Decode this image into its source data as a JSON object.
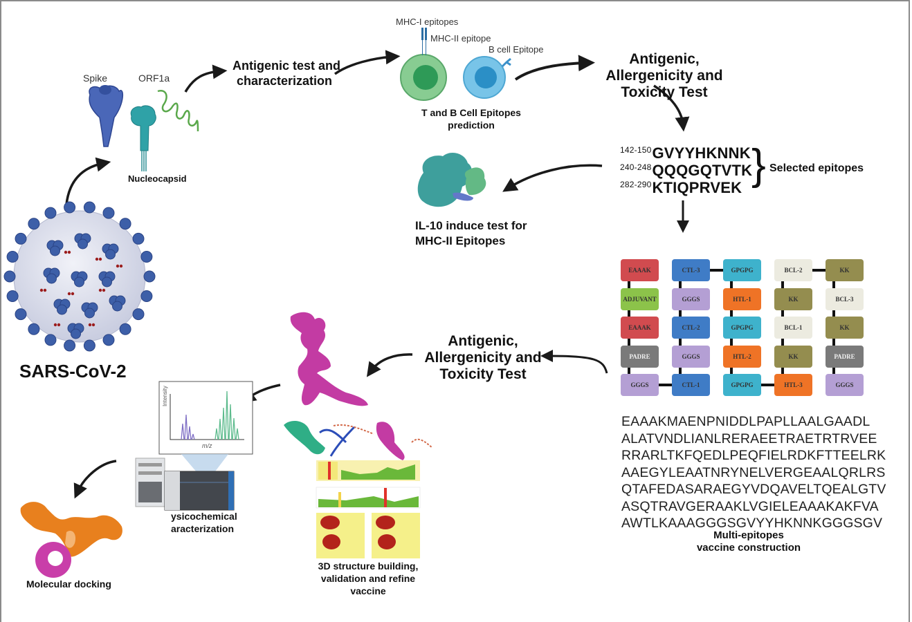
{
  "figure": {
    "virus_label": "SARS-CoV-2",
    "proteins": {
      "spike_label": "Spike",
      "orf1a_label": "ORF1a",
      "nucleocapsid_label": "Nucleocapsid"
    },
    "step_antigenic_characterization": [
      "Antigenic test and",
      "characterization"
    ],
    "cell_prediction": {
      "mhc1_label": "MHC-I epitopes",
      "mhc2_label": "MHC-II epitope",
      "bcell_label": "B cell Epitope",
      "caption": [
        "T and B Cell Epitopes",
        "prediction"
      ]
    },
    "step_antigenic_allergenicity_toxicity_top": [
      "Antigenic,",
      "Allergenicity and",
      "Toxicity Test"
    ],
    "selected_epitopes": {
      "label": "Selected epitopes",
      "items": [
        {
          "range": "142-150",
          "sequence": "GVYYHKNNK"
        },
        {
          "range": "240-248",
          "sequence": "QQQGQTVTK"
        },
        {
          "range": "282-290",
          "sequence": "KTIQPRVEK"
        }
      ]
    },
    "il10": {
      "caption": [
        "IL-10 induce test for",
        "MHC-II Epitopes"
      ]
    },
    "construct_map": {
      "columns": [
        [
          {
            "label": "EAAAK",
            "color": "#d14b4f"
          },
          {
            "label": "ADJUVANT",
            "color": "#8cc34a"
          },
          {
            "label": "EAAAK",
            "color": "#d14b4f"
          },
          {
            "label": "PADRE",
            "color": "#7a7a7a",
            "text_color": "#f2f2f2"
          },
          {
            "label": "GGGS",
            "color": "#b49fd4"
          }
        ],
        [
          {
            "label": "CTL-3",
            "color": "#3f7cc6"
          },
          {
            "label": "GGGS",
            "color": "#b49fd4"
          },
          {
            "label": "CTL-2",
            "color": "#3f7cc6"
          },
          {
            "label": "GGGS",
            "color": "#b49fd4"
          },
          {
            "label": "CTL-1",
            "color": "#3f7cc6"
          }
        ],
        [
          {
            "label": "GPGPG",
            "color": "#3eb2cc"
          },
          {
            "label": "HTL-1",
            "color": "#ef7326"
          },
          {
            "label": "GPGPG",
            "color": "#3eb2cc"
          },
          {
            "label": "HTL-2",
            "color": "#ef7326"
          },
          {
            "label": "GPGPG",
            "color": "#3eb2cc"
          }
        ],
        [
          {
            "label": "BCL-2",
            "color": "#ecebe0"
          },
          {
            "label": "KK",
            "color": "#948d4f"
          },
          {
            "label": "BCL-1",
            "color": "#ecebe0"
          },
          {
            "label": "KK",
            "color": "#948d4f"
          },
          {
            "label": "HTL-3",
            "color": "#ef7326"
          }
        ],
        [
          {
            "label": "KK",
            "color": "#948d4f"
          },
          {
            "label": "BCL-3",
            "color": "#ecebe0"
          },
          {
            "label": "KK",
            "color": "#948d4f"
          },
          {
            "label": "PADRE",
            "color": "#7a7a7a",
            "text_color": "#f2f2f2"
          },
          {
            "label": "GGGS",
            "color": "#b49fd4"
          }
        ]
      ]
    },
    "vaccine_sequence": [
      "EAAAKMAENPNIDDLPAPLLAALGAADL",
      "ALATVNDLIANLRERAEETRAETRTRVEE",
      "RRARLTKFQEDLPEQFIELRDKFTTEELRK",
      "AAEGYLEAATNRYNELVERGEAALQRLRS",
      "QTAFEDASARAEGYVDQAVELTQEALGTV",
      "ASQTRAVGERAAKLVGIELEAAAKAKFVA",
      "AWTLKAAAGGGSGVYYHKNNKGGGSGV"
    ],
    "vaccine_caption": [
      "Multi-epitopes",
      "vaccine construction"
    ],
    "step_antigenic_allergenicity_toxicity_bottom": [
      "Antigenic,",
      "Allergenicity and",
      "Toxicity Test"
    ],
    "structure_caption": [
      "3D structure building,",
      "validation and refine",
      "vaccine"
    ],
    "mass_spec": {
      "ylabel": "Intensity",
      "xlabel": "m/z"
    },
    "physicochemical_caption": [
      "ysicochemical",
      "aracterization"
    ],
    "docking_caption": "Molecular docking",
    "colors": {
      "arrow": "#1a1a1a",
      "virus_blue": "#3d5fa8",
      "tcell_green": "#6dbf7e",
      "bcell_blue": "#5ab1dc",
      "structure_magenta": "#c03aa0",
      "docking_orange": "#e8801e"
    }
  }
}
